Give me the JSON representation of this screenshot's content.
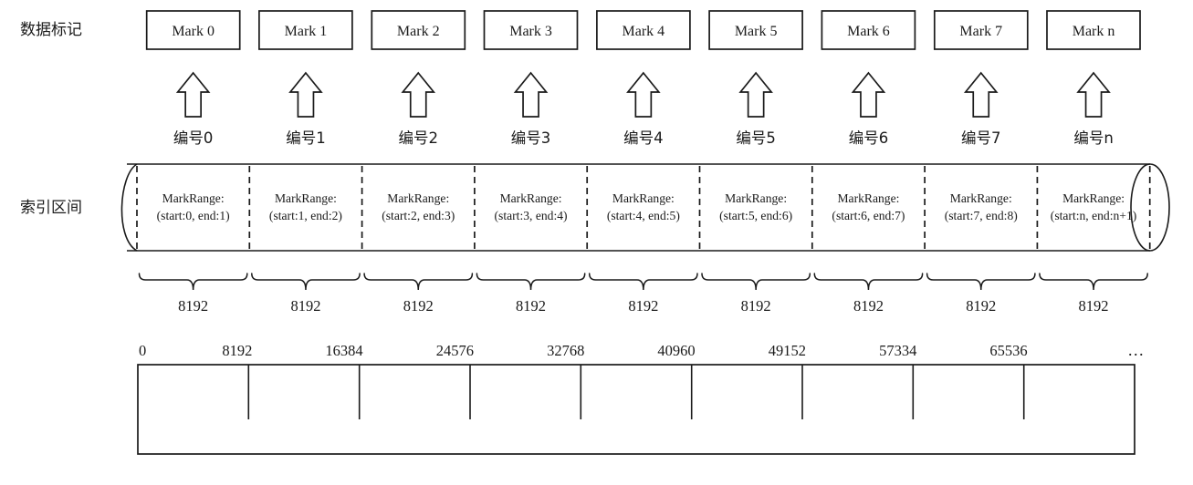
{
  "figure": {
    "title_row_label": "数据标记",
    "index_row_label": "索引区间",
    "ellipsis": "…"
  },
  "marks": [
    {
      "label": "Mark 0"
    },
    {
      "label": "Mark 1"
    },
    {
      "label": "Mark 2"
    },
    {
      "label": "Mark 3"
    },
    {
      "label": "Mark 4"
    },
    {
      "label": "Mark 5"
    },
    {
      "label": "Mark 6"
    },
    {
      "label": "Mark 7"
    },
    {
      "label": "Mark n"
    }
  ],
  "numbers": [
    {
      "label": "编号0"
    },
    {
      "label": "编号1"
    },
    {
      "label": "编号2"
    },
    {
      "label": "编号3"
    },
    {
      "label": "编号4"
    },
    {
      "label": "编号5"
    },
    {
      "label": "编号6"
    },
    {
      "label": "编号7"
    },
    {
      "label": "编号n"
    }
  ],
  "ranges": [
    {
      "line1": "MarkRange:",
      "line2": "(start:0, end:1)"
    },
    {
      "line1": "MarkRange:",
      "line2": "(start:1, end:2)"
    },
    {
      "line1": "MarkRange:",
      "line2": "(start:2, end:3)"
    },
    {
      "line1": "MarkRange:",
      "line2": "(start:3, end:4)"
    },
    {
      "line1": "MarkRange:",
      "line2": "(start:4, end:5)"
    },
    {
      "line1": "MarkRange:",
      "line2": "(start:5, end:6)"
    },
    {
      "line1": "MarkRange:",
      "line2": "(start:6, end:7)"
    },
    {
      "line1": "MarkRange:",
      "line2": "(start:7, end:8)"
    },
    {
      "line1": "MarkRange:",
      "line2": "(start:n, end:n+1)"
    }
  ],
  "segment_sizes": [
    {
      "label": "8192"
    },
    {
      "label": "8192"
    },
    {
      "label": "8192"
    },
    {
      "label": "8192"
    },
    {
      "label": "8192"
    },
    {
      "label": "8192"
    },
    {
      "label": "8192"
    },
    {
      "label": "8192"
    },
    {
      "label": "8192"
    }
  ],
  "scale_ticks": [
    {
      "label": "0"
    },
    {
      "label": "8192"
    },
    {
      "label": "16384"
    },
    {
      "label": "24576"
    },
    {
      "label": "32768"
    },
    {
      "label": "40960"
    },
    {
      "label": "49152"
    },
    {
      "label": "57334"
    },
    {
      "label": "65536"
    }
  ],
  "colors": {
    "ink": "#1a1a1a",
    "background": "#ffffff"
  }
}
